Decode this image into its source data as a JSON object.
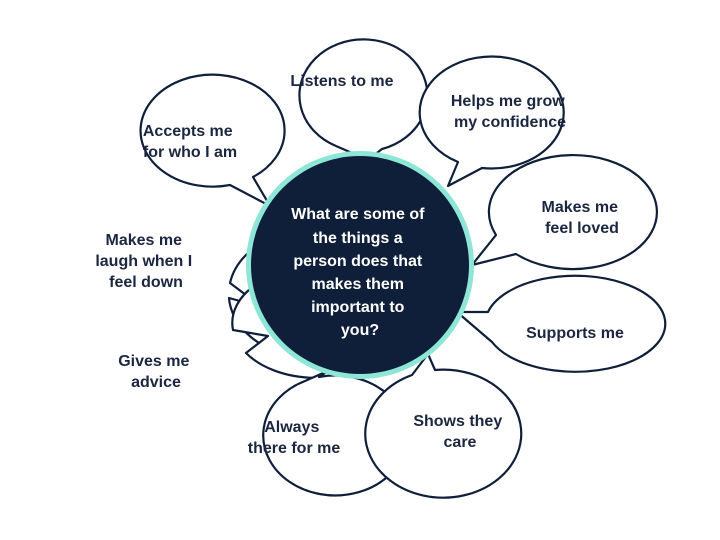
{
  "center": {
    "lines": [
      "What are some of",
      "the things a",
      "person does that",
      "makes them",
      "important to",
      "you?"
    ],
    "fill_color": "#0f1f3a",
    "ring_color": "#8ee6d6"
  },
  "bubbles": [
    {
      "id": "listens-to-me",
      "lines": [
        "Listens to me"
      ]
    },
    {
      "id": "helps-me-grow",
      "lines": [
        "Helps me grow",
        "my confidence"
      ]
    },
    {
      "id": "accepts-me",
      "lines": [
        "Accepts me",
        "for who I am"
      ]
    },
    {
      "id": "makes-me-feel-loved",
      "lines": [
        "Makes me",
        "feel loved"
      ]
    },
    {
      "id": "makes-me-laugh",
      "lines": [
        "Makes me",
        "laugh when I",
        "feel down"
      ]
    },
    {
      "id": "supports-me",
      "lines": [
        "Supports me"
      ]
    },
    {
      "id": "gives-me-advice",
      "lines": [
        "Gives me",
        "advice"
      ]
    },
    {
      "id": "always-there",
      "lines": [
        "Always",
        "there for me"
      ]
    },
    {
      "id": "shows-they-care",
      "lines": [
        "Shows they",
        "care"
      ]
    }
  ]
}
